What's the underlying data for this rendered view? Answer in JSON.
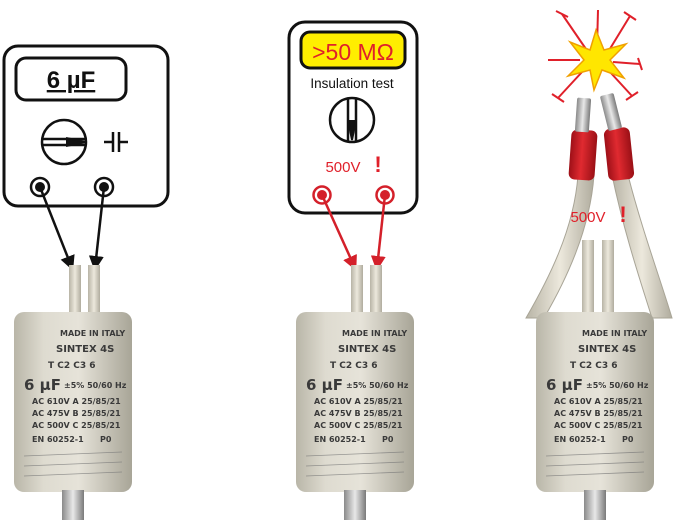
{
  "panel1": {
    "meter_reading": "6 µF",
    "capacitor": {
      "brand": "MADE IN ITALY",
      "model": "SINTEX 4S",
      "code": "T C2 C3 6",
      "value": "6 µF",
      "tolerance": "±5% 50/60 Hz",
      "ratings": [
        "AC 610V A 25/85/21",
        "AC 475V B 25/85/21",
        "AC 500V C 25/85/21"
      ],
      "standard": "EN 60252-1",
      "class": "P0"
    }
  },
  "panel2": {
    "meter_reading": ">50 MΩ",
    "mode_label": "Insulation test",
    "voltage": "500V",
    "warning": "!"
  },
  "panel3": {
    "voltage": "500V",
    "warning": "!"
  },
  "colors": {
    "meter_outline": "#111111",
    "highlight_yellow": "#ffee00",
    "red_text": "#e0202a",
    "red_lead": "#d4202a",
    "spark_yellow": "#ffe600"
  }
}
